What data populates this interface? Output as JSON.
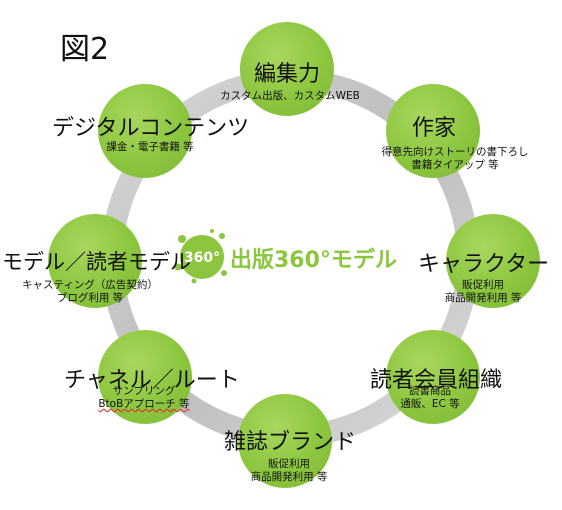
{
  "figure_label": "図2",
  "center": {
    "badge": "360°",
    "title": "出版360°モデル"
  },
  "nodes": [
    {
      "title": "編集力",
      "sub": [
        "カスタム出版、カスタムWEB"
      ]
    },
    {
      "title": "作家",
      "sub": [
        "得意先向けストーリの書下ろし",
        "書籍タイアップ 等"
      ]
    },
    {
      "title": "キャラクター",
      "sub": [
        "販促利用",
        "商品開発利用 等"
      ]
    },
    {
      "title": "読者会員組織",
      "sub": [
        "読書商品",
        "通販、EC 等"
      ]
    },
    {
      "title": "雑誌ブランド",
      "sub": [
        "販促利用",
        "商品開発利用 等"
      ]
    },
    {
      "title": "チャネル／ルート",
      "sub": [
        "サンプリング",
        "BtoBアプローチ 等"
      ]
    },
    {
      "title": "モデル／読者モデル",
      "sub": [
        "キャスティング（広告契約）",
        "ブログ利用 等"
      ]
    },
    {
      "title": "デジタルコンテンツ",
      "sub": [
        "課金・電子書籍 等"
      ]
    }
  ],
  "colors": {
    "node_green": "#8cc63f",
    "ring_gray": "#c9c9c9",
    "accent_green": "#8cc63f"
  }
}
